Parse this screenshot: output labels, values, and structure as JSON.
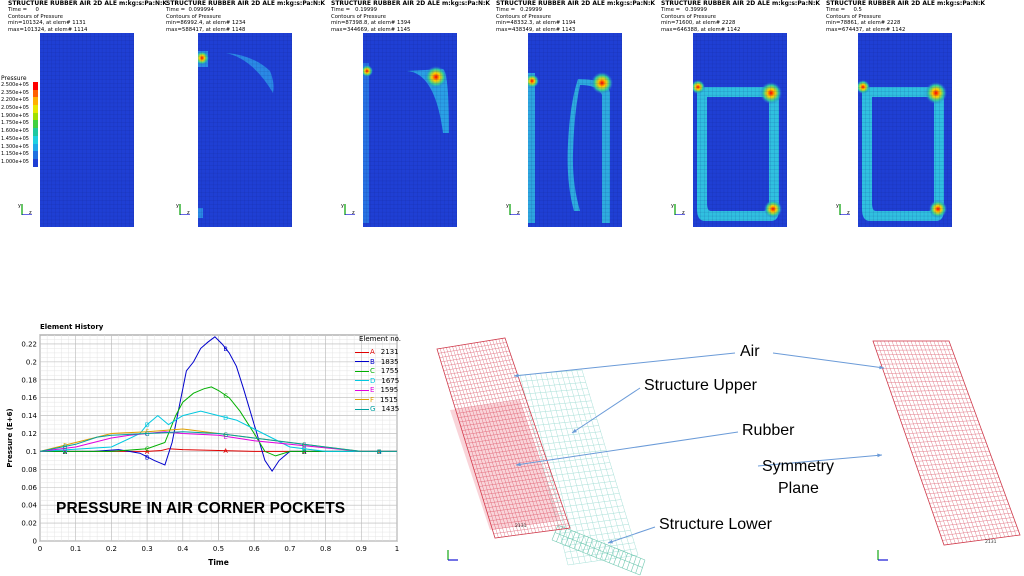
{
  "panels": [
    {
      "title": "STRUCTURE RUBBER AIR 2D ALE m:kg:s:Pa:N:K",
      "time": "Time =     0",
      "subtitle": "Contours of Pressure",
      "min": "min=101324, at elem# 1131",
      "max": "max=101324, at elem# 1114"
    },
    {
      "title": "STRUCTURE RUBBER AIR 2D ALE m:kg:s:Pa:N:K",
      "time": "Time =  0.099994",
      "subtitle": "Contours of Pressure",
      "min": "min=86992.4, at elem# 1234",
      "max": "max=588417, at elem# 1148"
    },
    {
      "title": "STRUCTURE RUBBER AIR 2D ALE m:kg:s:Pa:N:K",
      "time": "Time =   0.19999",
      "subtitle": "Contours of Pressure",
      "min": "min=87398.8, at elem# 1394",
      "max": "max=344669, at elem# 1145"
    },
    {
      "title": "STRUCTURE RUBBER AIR 2D ALE m:kg:s:Pa:N:K",
      "time": "Time =   0.29999",
      "subtitle": "Contours of Pressure",
      "min": "min=48332.3, at elem# 1194",
      "max": "max=438349, at elem# 1143"
    },
    {
      "title": "STRUCTURE RUBBER AIR 2D ALE m:kg:s:Pa:N:K",
      "time": "Time =   0.39999",
      "subtitle": "Contours of Pressure",
      "min": "min=71600, at elem# 2228",
      "max": "max=646388, at elem# 1142"
    },
    {
      "title": "STRUCTURE RUBBER AIR 2D ALE m:kg:s:Pa:N:K",
      "time": "Time =     0.5",
      "subtitle": "Contours of Pressure",
      "min": "min=78861, at elem# 2228",
      "max": "max=674437, at elem# 1142"
    }
  ],
  "pressure_legend": {
    "title": "Pressure",
    "levels": [
      "2.500e+05",
      "2.350e+05",
      "2.200e+05",
      "2.050e+05",
      "1.900e+05",
      "1.750e+05",
      "1.600e+05",
      "1.450e+05",
      "1.300e+05",
      "1.150e+05",
      "1.000e+05"
    ],
    "colors": [
      "#ff0000",
      "#ff6000",
      "#ffb000",
      "#e8e800",
      "#a0e000",
      "#40d040",
      "#20c8a0",
      "#20d0e0",
      "#20a8e8",
      "#2070e0",
      "#1f3fd4"
    ]
  },
  "triad": {
    "y": "y",
    "z": "z"
  },
  "chart_data": {
    "type": "line",
    "title": "Element History",
    "xlabel": "Time",
    "ylabel": "Pressure (E+6)",
    "xlim": [
      0,
      1
    ],
    "ylim": [
      0,
      0.23
    ],
    "xticks": [
      "0",
      "0.1",
      "0.2",
      "0.3",
      "0.4",
      "0.5",
      "0.6",
      "0.7",
      "0.8",
      "0.9",
      "1"
    ],
    "yticks": [
      "0",
      "0.02",
      "0.04",
      "0.06",
      "0.08",
      "0.1",
      "0.12",
      "0.14",
      "0.16",
      "0.18",
      "0.2",
      "0.22"
    ],
    "legend_title": "Element no.",
    "legend_position": "right",
    "grid": true,
    "series": [
      {
        "name": "2131",
        "letter": "A",
        "color": "#e00000",
        "x": [
          0,
          0.1,
          0.2,
          0.3,
          0.34,
          0.36,
          0.4,
          0.5,
          0.6,
          0.62,
          0.64,
          0.7,
          0.8,
          0.9,
          1
        ],
        "y": [
          0.1,
          0.1,
          0.1,
          0.1,
          0.101,
          0.103,
          0.102,
          0.101,
          0.1,
          0.1,
          0.1,
          0.1,
          0.1,
          0.1,
          0.1
        ]
      },
      {
        "name": "1835",
        "letter": "B",
        "color": "#0000cc",
        "x": [
          0,
          0.15,
          0.22,
          0.28,
          0.32,
          0.35,
          0.37,
          0.39,
          0.41,
          0.43,
          0.45,
          0.47,
          0.49,
          0.51,
          0.53,
          0.55,
          0.57,
          0.6,
          0.63,
          0.65,
          0.67,
          0.7,
          0.75,
          0.8,
          0.9,
          1
        ],
        "y": [
          0.1,
          0.1,
          0.102,
          0.098,
          0.09,
          0.085,
          0.11,
          0.15,
          0.19,
          0.2,
          0.215,
          0.222,
          0.228,
          0.22,
          0.21,
          0.195,
          0.17,
          0.13,
          0.09,
          0.078,
          0.09,
          0.1,
          0.1,
          0.1,
          0.1,
          0.1
        ]
      },
      {
        "name": "1755",
        "letter": "C",
        "color": "#00b000",
        "x": [
          0,
          0.2,
          0.3,
          0.35,
          0.38,
          0.4,
          0.43,
          0.46,
          0.48,
          0.5,
          0.53,
          0.56,
          0.6,
          0.63,
          0.66,
          0.7,
          0.8,
          0.9,
          1
        ],
        "y": [
          0.1,
          0.1,
          0.103,
          0.11,
          0.14,
          0.155,
          0.165,
          0.17,
          0.172,
          0.168,
          0.16,
          0.145,
          0.12,
          0.1,
          0.095,
          0.1,
          0.1,
          0.1,
          0.1
        ]
      },
      {
        "name": "1675",
        "letter": "D",
        "color": "#00c8e0",
        "x": [
          0,
          0.2,
          0.28,
          0.3,
          0.33,
          0.36,
          0.4,
          0.45,
          0.5,
          0.55,
          0.6,
          0.65,
          0.7,
          0.8,
          0.9,
          1
        ],
        "y": [
          0.1,
          0.105,
          0.12,
          0.13,
          0.14,
          0.13,
          0.14,
          0.145,
          0.14,
          0.135,
          0.125,
          0.115,
          0.105,
          0.1,
          0.1,
          0.1
        ]
      },
      {
        "name": "1595",
        "letter": "E",
        "color": "#e000e0",
        "x": [
          0,
          0.1,
          0.2,
          0.25,
          0.3,
          0.35,
          0.4,
          0.5,
          0.6,
          0.7,
          0.8,
          0.9,
          1
        ],
        "y": [
          0.1,
          0.105,
          0.115,
          0.118,
          0.12,
          0.122,
          0.12,
          0.118,
          0.112,
          0.108,
          0.104,
          0.1,
          0.1
        ]
      },
      {
        "name": "1515",
        "letter": "F",
        "color": "#e0a000",
        "x": [
          0,
          0.1,
          0.15,
          0.2,
          0.3,
          0.4,
          0.5,
          0.6,
          0.7,
          0.8,
          0.9,
          1
        ],
        "y": [
          0.1,
          0.11,
          0.115,
          0.12,
          0.122,
          0.125,
          0.12,
          0.115,
          0.11,
          0.105,
          0.1,
          0.1
        ]
      },
      {
        "name": "1435",
        "letter": "G",
        "color": "#00a0a0",
        "x": [
          0,
          0.1,
          0.16,
          0.2,
          0.3,
          0.4,
          0.5,
          0.6,
          0.7,
          0.8,
          0.9,
          1
        ],
        "y": [
          0.1,
          0.108,
          0.116,
          0.118,
          0.12,
          0.122,
          0.12,
          0.115,
          0.11,
          0.105,
          0.1,
          0.1
        ]
      }
    ]
  },
  "chart_overlay_text": "PRESSURE IN AIR CORNER POCKETS",
  "callouts": {
    "air": "Air",
    "structure_upper": "Structure Upper",
    "rubber": "Rubber",
    "symmetry": "Symmetry",
    "plane": "Plane",
    "structure_lower": "Structure Lower"
  },
  "mesh_labels": {
    "left": "2131",
    "right": "2131"
  }
}
